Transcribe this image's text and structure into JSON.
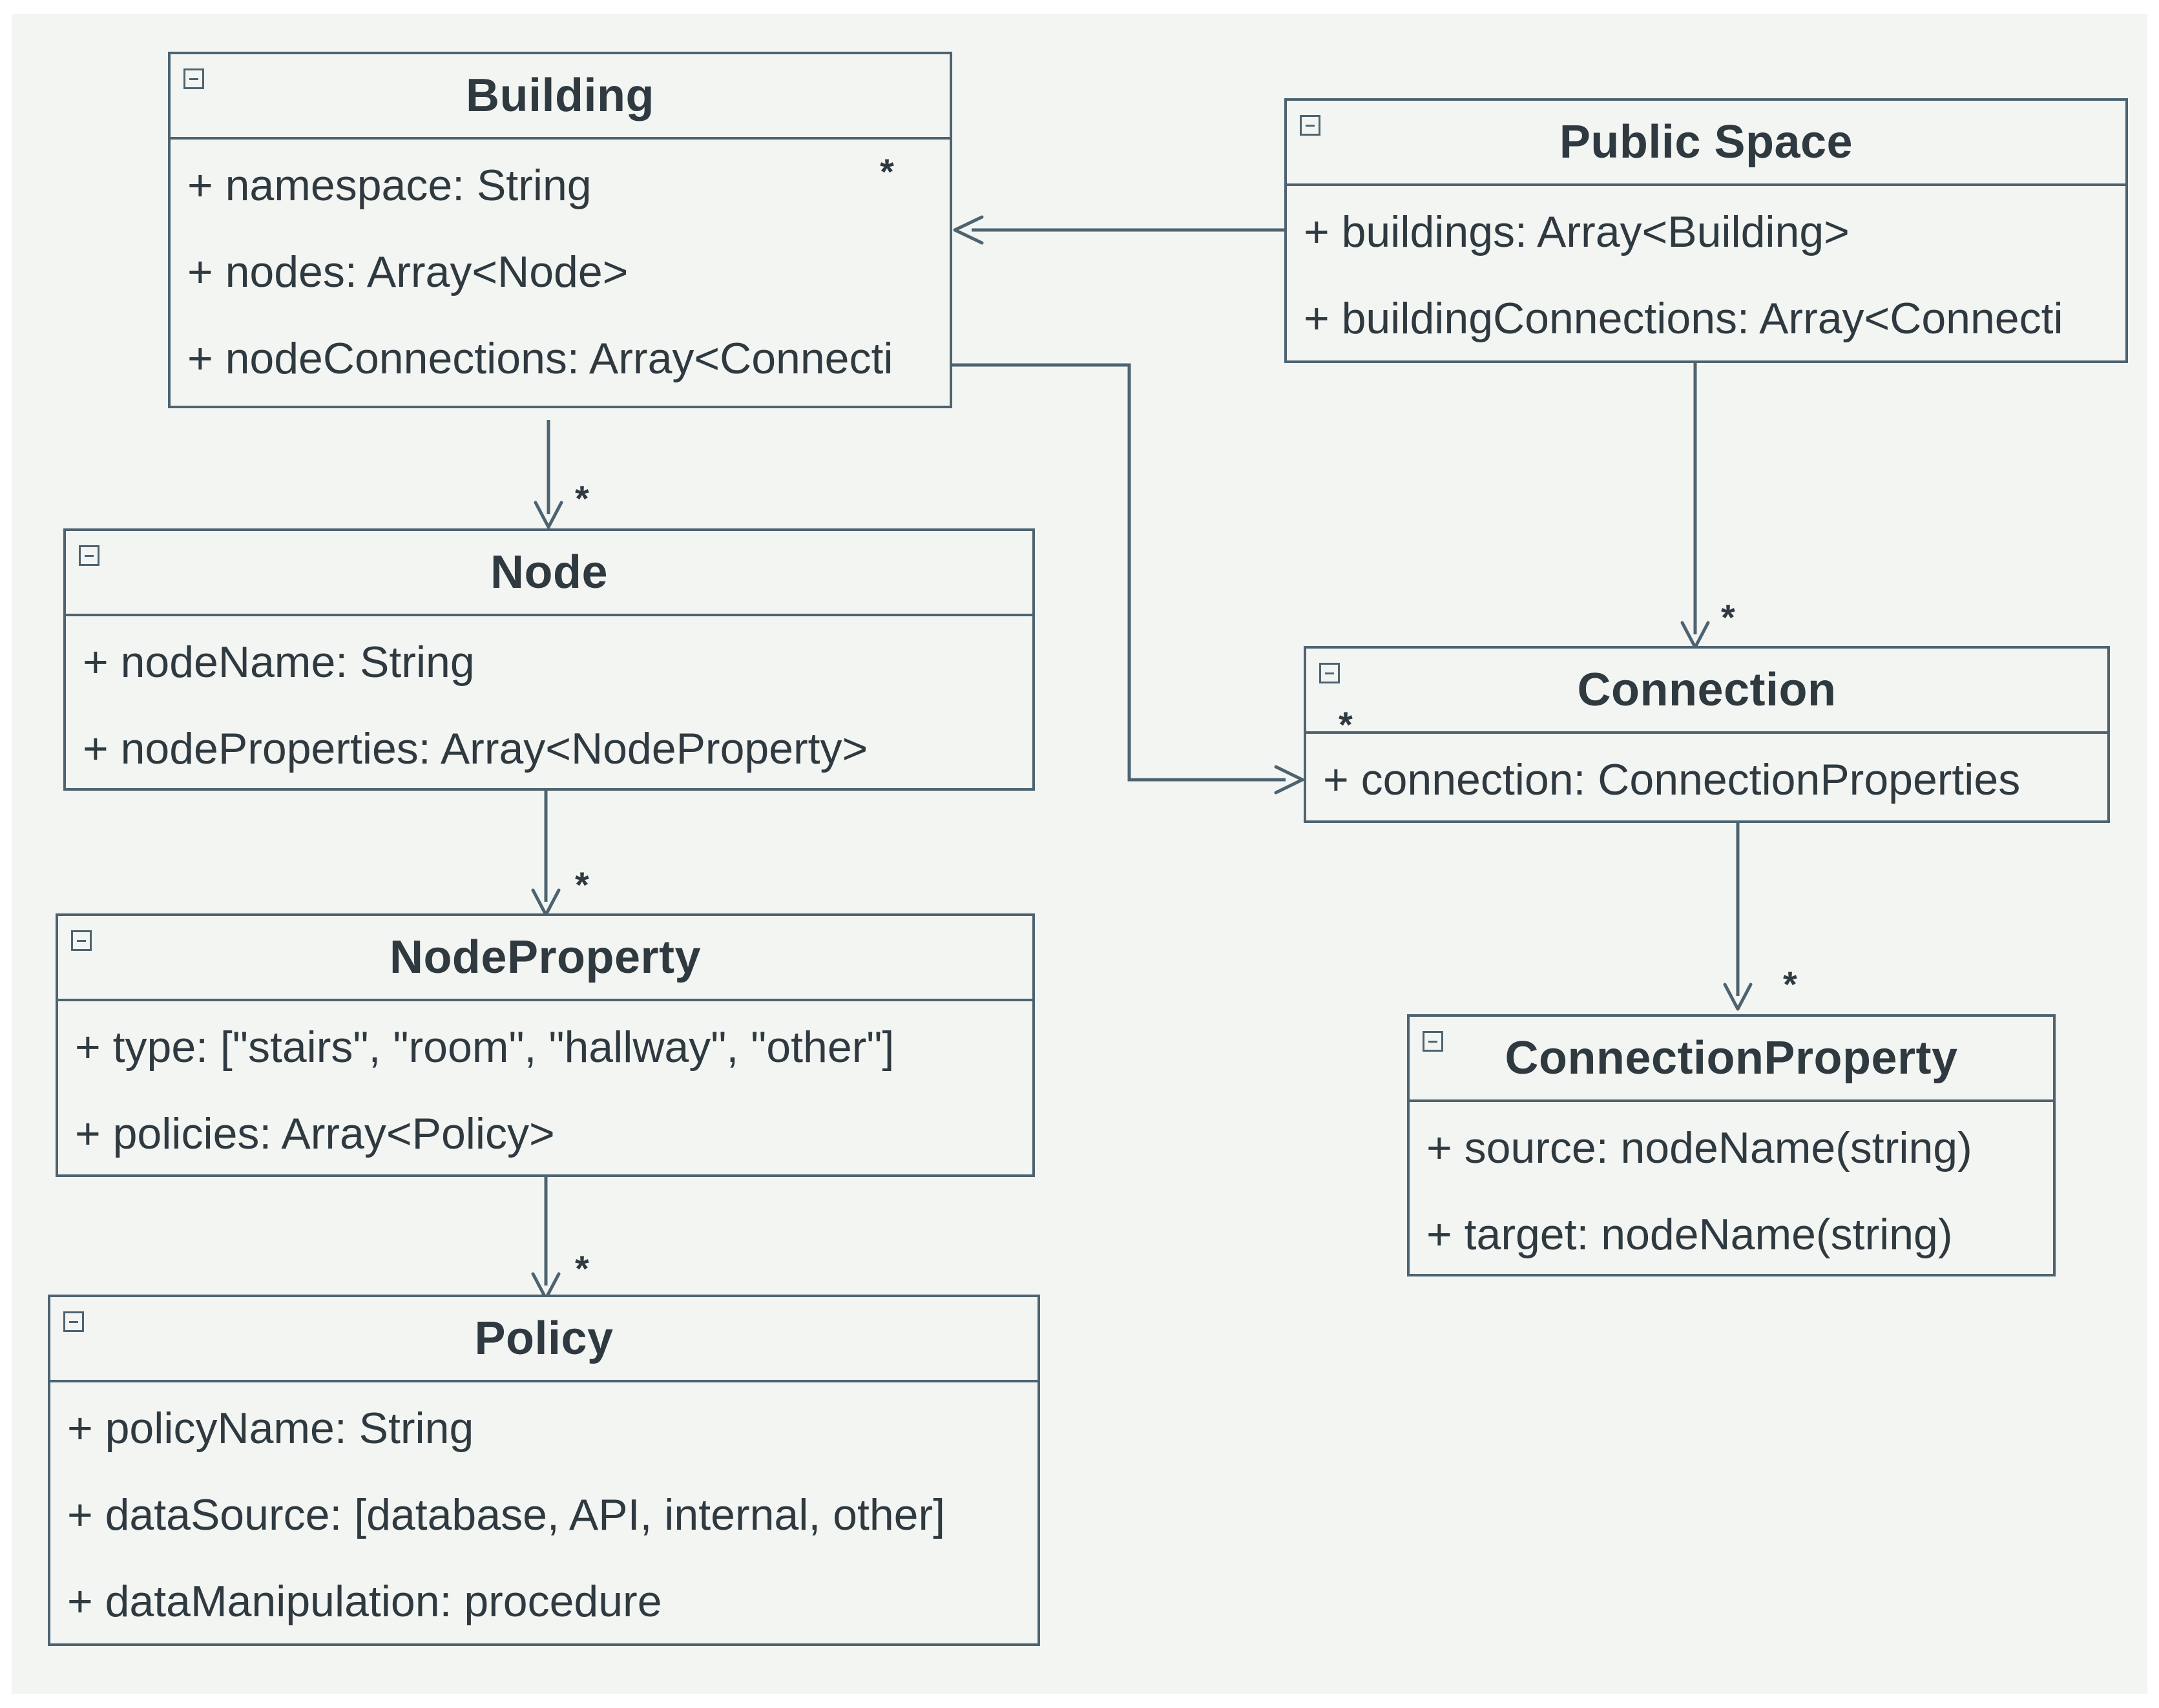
{
  "classes": {
    "building": {
      "title": "Building",
      "attributes": [
        "+ namespace: String",
        "+ nodes: Array<Node>",
        "+ nodeConnections: Array<Connecti"
      ]
    },
    "public_space": {
      "title": "Public Space",
      "attributes": [
        "+ buildings: Array<Building>",
        "+ buildingConnections: Array<Connecti"
      ]
    },
    "node": {
      "title": "Node",
      "attributes": [
        "+ nodeName: String",
        "+ nodeProperties: Array<NodeProperty>"
      ]
    },
    "connection": {
      "title": "Connection",
      "attributes": [
        "+ connection: ConnectionProperties"
      ]
    },
    "node_property": {
      "title": "NodeProperty",
      "attributes": [
        "+ type: [\"stairs\", \"room\", \"hallway\", \"other\"]",
        "+ policies: Array<Policy>"
      ]
    },
    "connection_property": {
      "title": "ConnectionProperty",
      "attributes": [
        "+ source: nodeName(string)",
        "+ target: nodeName(string)"
      ]
    },
    "policy": {
      "title": "Policy",
      "attributes": [
        "+ policyName: String",
        "+ dataSource: [database, API, internal, other]",
        "+ dataManipulation: procedure"
      ]
    }
  },
  "multiplicity": "*",
  "icons": {
    "collapse": "collapse-icon",
    "arrow": "arrow-head-icon"
  },
  "colors": {
    "line": "#4d6370",
    "background": "#f3f5f3",
    "text": "#2f3a40"
  }
}
